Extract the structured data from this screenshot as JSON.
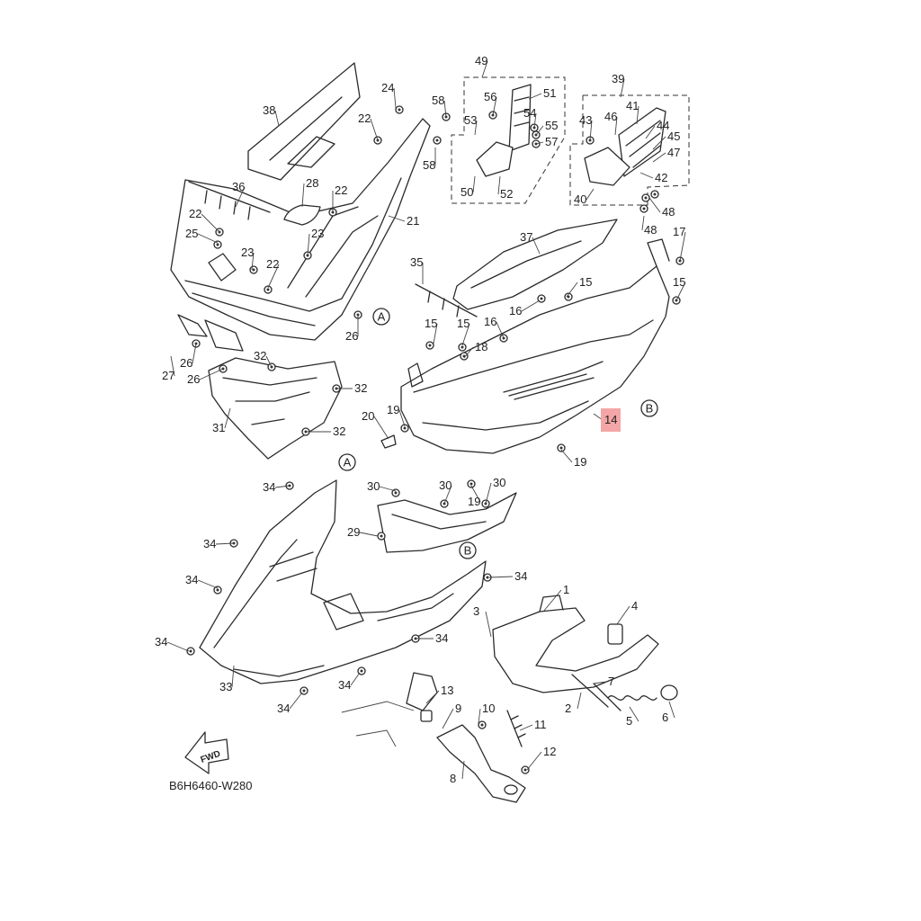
{
  "diagram": {
    "code": "B6H6460-W280",
    "fwd_label": "FWD",
    "highlighted_part": "14",
    "highlight_color": "#f4a6a6"
  },
  "part_labels": [
    {
      "text": "1"
    },
    {
      "text": "2"
    },
    {
      "text": "3"
    },
    {
      "text": "4"
    },
    {
      "text": "5"
    },
    {
      "text": "6"
    },
    {
      "text": "7"
    },
    {
      "text": "8"
    },
    {
      "text": "9"
    },
    {
      "text": "10"
    },
    {
      "text": "11"
    },
    {
      "text": "12"
    },
    {
      "text": "13"
    },
    {
      "text": "14"
    },
    {
      "text": "15"
    },
    {
      "text": "15"
    },
    {
      "text": "15"
    },
    {
      "text": "15"
    },
    {
      "text": "16"
    },
    {
      "text": "16"
    },
    {
      "text": "17"
    },
    {
      "text": "18"
    },
    {
      "text": "19"
    },
    {
      "text": "19"
    },
    {
      "text": "19"
    },
    {
      "text": "20"
    },
    {
      "text": "21"
    },
    {
      "text": "22"
    },
    {
      "text": "22"
    },
    {
      "text": "22"
    },
    {
      "text": "22"
    },
    {
      "text": "23"
    },
    {
      "text": "23"
    },
    {
      "text": "24"
    },
    {
      "text": "25"
    },
    {
      "text": "26"
    },
    {
      "text": "26"
    },
    {
      "text": "26"
    },
    {
      "text": "27"
    },
    {
      "text": "28"
    },
    {
      "text": "29"
    },
    {
      "text": "30"
    },
    {
      "text": "30"
    },
    {
      "text": "30"
    },
    {
      "text": "31"
    },
    {
      "text": "32"
    },
    {
      "text": "32"
    },
    {
      "text": "32"
    },
    {
      "text": "33"
    },
    {
      "text": "34"
    },
    {
      "text": "34"
    },
    {
      "text": "34"
    },
    {
      "text": "34"
    },
    {
      "text": "34"
    },
    {
      "text": "34"
    },
    {
      "text": "34"
    },
    {
      "text": "34"
    },
    {
      "text": "35"
    },
    {
      "text": "36"
    },
    {
      "text": "37"
    },
    {
      "text": "38"
    },
    {
      "text": "39"
    },
    {
      "text": "40"
    },
    {
      "text": "41"
    },
    {
      "text": "42"
    },
    {
      "text": "43"
    },
    {
      "text": "44"
    },
    {
      "text": "45"
    },
    {
      "text": "46"
    },
    {
      "text": "47"
    },
    {
      "text": "48"
    },
    {
      "text": "48"
    },
    {
      "text": "49"
    },
    {
      "text": "50"
    },
    {
      "text": "51"
    },
    {
      "text": "52"
    },
    {
      "text": "53"
    },
    {
      "text": "54"
    },
    {
      "text": "55"
    },
    {
      "text": "56"
    },
    {
      "text": "57"
    },
    {
      "text": "58"
    },
    {
      "text": "58"
    }
  ],
  "reference_markers": [
    {
      "text": "A"
    },
    {
      "text": "A"
    },
    {
      "text": "B"
    },
    {
      "text": "B"
    }
  ]
}
